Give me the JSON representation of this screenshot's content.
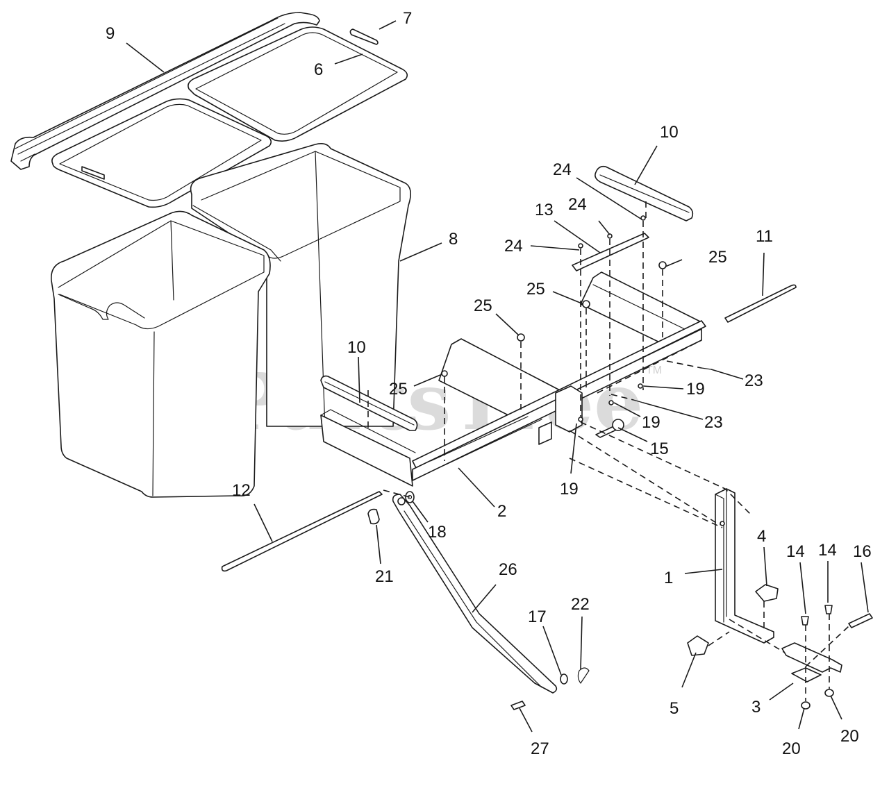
{
  "watermark": {
    "text": "PartsTree",
    "trademark": "TM"
  },
  "callouts": {
    "c1": "1",
    "c2": "2",
    "c3": "3",
    "c4": "4",
    "c5": "5",
    "c6": "6",
    "c7": "7",
    "c8": "8",
    "c9": "9",
    "c10a": "10",
    "c10b": "10",
    "c11": "11",
    "c12": "12",
    "c13": "13",
    "c14a": "14",
    "c14b": "14",
    "c15": "15",
    "c16": "16",
    "c17": "17",
    "c18": "18",
    "c19a": "19",
    "c19b": "19",
    "c19c": "19",
    "c20a": "20",
    "c20b": "20",
    "c21": "21",
    "c22": "22",
    "c23a": "23",
    "c23b": "23",
    "c24a": "24",
    "c24b": "24",
    "c24c": "24",
    "c25a": "25",
    "c25b": "25",
    "c25c": "25",
    "c25d": "25",
    "c26": "26",
    "c27": "27"
  }
}
